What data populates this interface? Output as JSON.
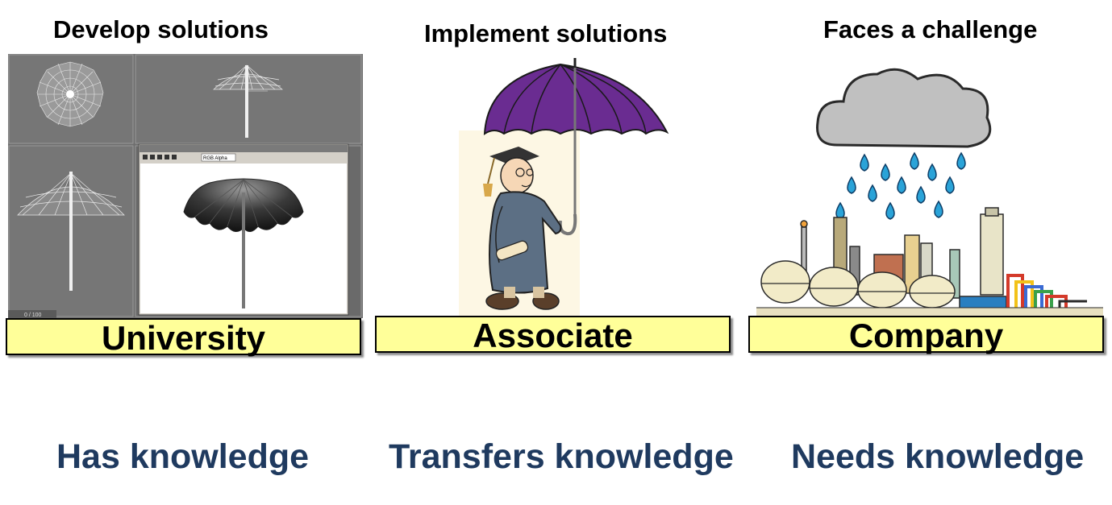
{
  "columns": [
    {
      "id": "university",
      "heading": "Develop solutions",
      "box_label": "University",
      "footer": "Has knowledge",
      "image_icon": "cad-umbrella-render-icon"
    },
    {
      "id": "associate",
      "heading": "Implement solutions",
      "box_label": "Associate",
      "footer": "Transfers knowledge",
      "image_icon": "graduate-with-umbrella-icon"
    },
    {
      "id": "company",
      "heading": "Faces a challenge",
      "box_label": "Company",
      "footer": "Needs knowledge",
      "image_icon": "factory-under-rain-cloud-icon"
    }
  ],
  "cad_window": {
    "status_text": "0 / 100",
    "alpha_option": "RGB Alpha"
  },
  "colors": {
    "box_fill": "#ffff99",
    "footer_text": "#1f3a5f",
    "umbrella_purple": "#6a2c91",
    "raindrop": "#2aa3d8"
  }
}
